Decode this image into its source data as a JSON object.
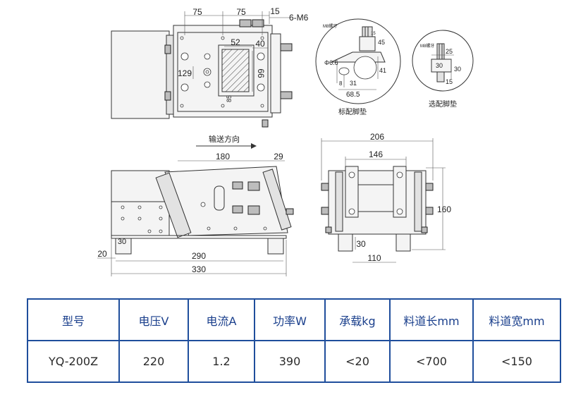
{
  "drawing": {
    "top_view": {
      "dim_75_a": "75",
      "dim_75_b": "75",
      "dim_15": "15",
      "dim_6m6": "6-M6",
      "dim_52": "52",
      "dim_40": "40",
      "dim_129": "129",
      "dim_66": "66",
      "dim_85": "85"
    },
    "direction_label": "输送方向",
    "side_view": {
      "dim_180": "180",
      "dim_29": "29",
      "dim_30": "30",
      "dim_20": "20",
      "dim_290": "290",
      "dim_330": "330"
    },
    "end_view": {
      "dim_206": "206",
      "dim_146": "146",
      "dim_160": "160",
      "dim_30": "30",
      "dim_110": "110"
    },
    "std_foot": {
      "thread": "M8螺牙",
      "dim_15": "15",
      "dim_45": "45",
      "dim_66": "Φ6.6",
      "dim_41": "41",
      "dim_8": "8",
      "dim_31": "31",
      "dim_685": "68.5",
      "caption": "标配脚垫"
    },
    "opt_foot": {
      "thread": "M8螺牙",
      "dim_25": "25",
      "dim_30a": "30",
      "dim_30b": "30",
      "dim_15": "15",
      "caption": "选配脚垫"
    }
  },
  "spec_table": {
    "headers": [
      "型号",
      "电压V",
      "电流A",
      "功率W",
      "承载kg",
      "料道长mm",
      "料道宽mm"
    ],
    "values": [
      "YQ-200Z",
      "220",
      "1.2",
      "390",
      "<20",
      "<700",
      "<150"
    ]
  },
  "colors": {
    "table_border": "#1f4e9c",
    "header_text": "#1a3f8c"
  }
}
